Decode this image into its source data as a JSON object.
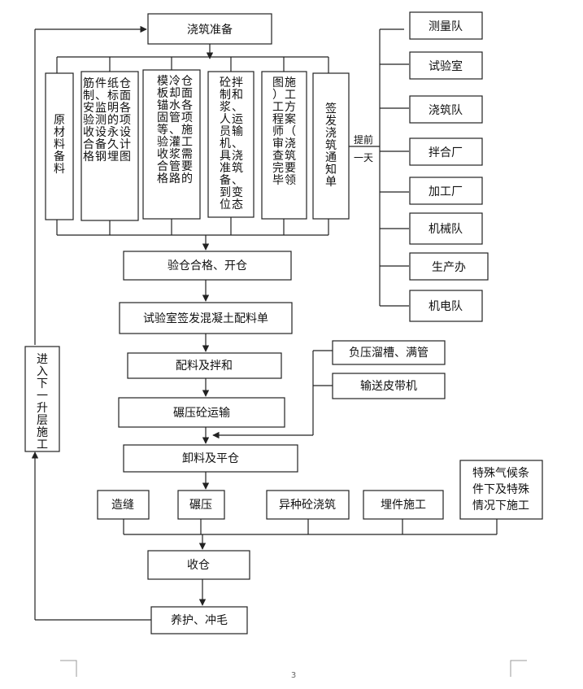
{
  "flow": {
    "prepare": "浇筑准备",
    "columns": [
      "原材料备料",
      "仓面各项设计图纸标明的永久埋件、监测设备钢筋制安验收合格",
      "仓面各项施工需要的冷却水管、灌浆管路模板锚固等验收合格",
      "拌和、运输、浇筑、变态砼制浆人员机具准备到位",
      "施工方案（浇筑要领图）工程师审查完毕",
      "签发浇筑通知单"
    ],
    "advance_line1": "提前",
    "advance_line2": "一天",
    "departments": [
      "测量队",
      "试验室",
      "浇筑队",
      "拌合厂",
      "加工厂",
      "机械队",
      "生产办",
      "机电队"
    ],
    "check_open": "验仓合格、开仓",
    "mix_slip": "试验室签发混凝土配料单",
    "batching": "配料及拌和",
    "transport": "碾压砼运输",
    "chute": "负压溜槽、满管",
    "belt": "输送皮带机",
    "unload": "卸料及平仓",
    "subtasks": [
      "造缝",
      "碾压",
      "异种砼浇筑",
      "埋件施工"
    ],
    "special_line1": "特殊气候条",
    "special_line2": "件下及特殊",
    "special_line3": "情况下施工",
    "close": "收仓",
    "curing": "养护、冲毛",
    "next_layer": "进入下一升层施工",
    "page_number": "3"
  }
}
